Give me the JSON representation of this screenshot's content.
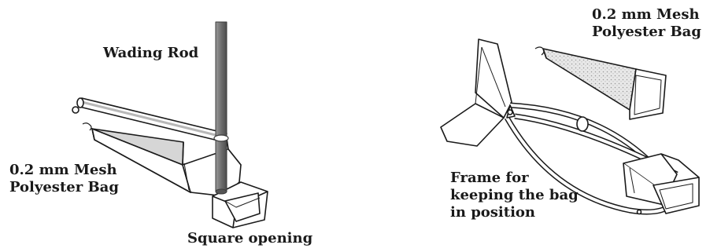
{
  "left_figure": {
    "rod_label": "Wading Rod",
    "bag_label": [
      "0.2 mm Mesh",
      "Polyester Bag"
    ],
    "opening_label": "Square opening"
  },
  "right_figure": {
    "bag_label": [
      "0.2 mm Mesh",
      "Polyester Bag"
    ],
    "frame_label": [
      "Frame for",
      "keeping the bag",
      "in position"
    ]
  },
  "colors": {
    "ink": "#1a1a1a",
    "rod": "#7a7a7a",
    "mesh": "#c8c8c8"
  }
}
